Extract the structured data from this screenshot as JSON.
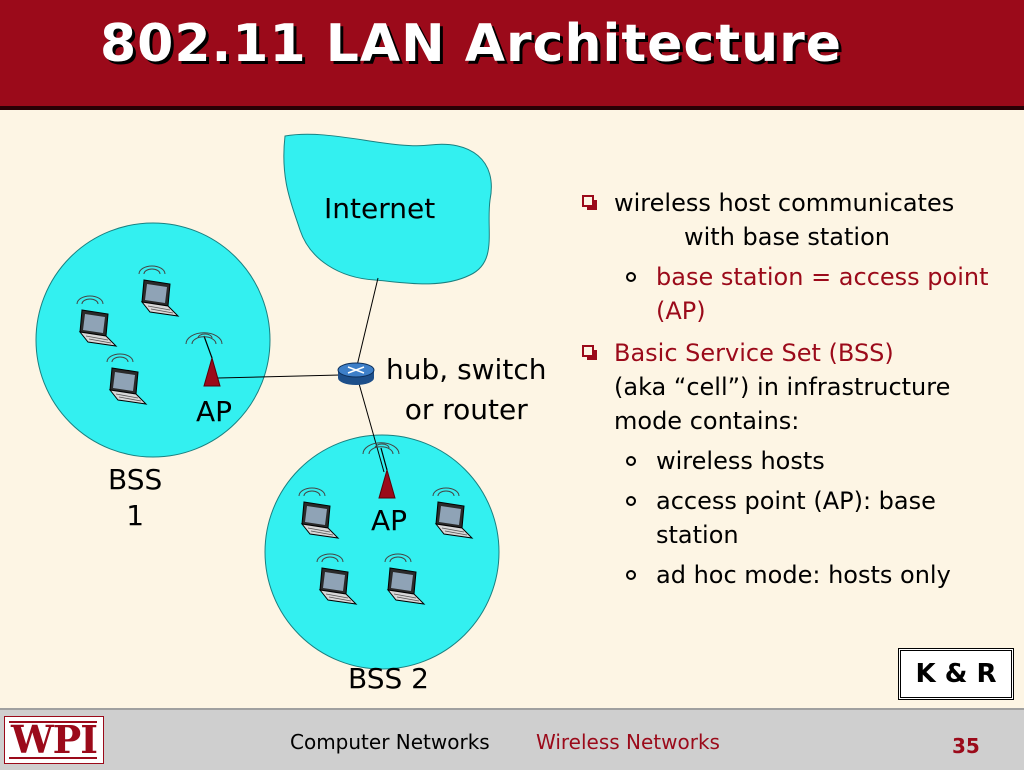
{
  "slide": {
    "title": "802.11 LAN Architecture"
  },
  "diagram": {
    "internet_label": "Internet",
    "hub_label_line1": "hub, switch",
    "hub_label_line2": "or router",
    "ap1_label": "AP",
    "ap2_label": "AP",
    "bss1_line1": "BSS",
    "bss1_line2": "1",
    "bss2_label": "BSS 2",
    "colors": {
      "cloud": "#33f0f0",
      "bss_fill": "#33f0f0",
      "antenna": "#9b0a1a"
    }
  },
  "bullets": {
    "item1_line1": "wireless host communicates",
    "item1_line2": "with base station",
    "item1_sub1": "base station = access point (AP)",
    "item2": "Basic Service Set (BSS)",
    "item2_cont": "(aka “cell”) in infrastructure mode contains:",
    "item2_sub1": "wireless hosts",
    "item2_sub2": "access point (AP): base station",
    "item2_sub3": "ad hoc mode: hosts only"
  },
  "badge": {
    "text": "K & R"
  },
  "footer": {
    "logo_text": "WPI",
    "course": "Computer Networks",
    "topic": "Wireless Networks",
    "page_number": "35"
  },
  "theme": {
    "title_bar": "#9b0a1a",
    "background": "#fdf5e4",
    "accent": "#9b0a1a"
  }
}
